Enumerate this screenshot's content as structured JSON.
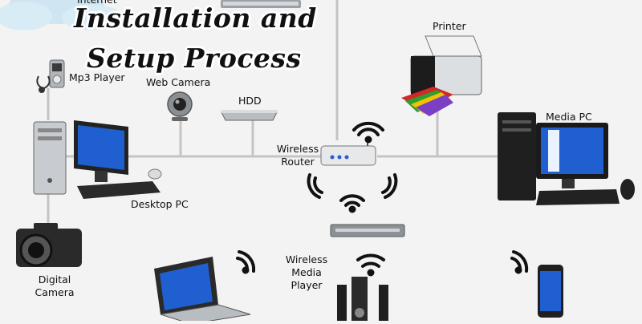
{
  "title": {
    "line1": "Installation and",
    "line2": "Setup Process"
  },
  "labels": {
    "internet": "Internet",
    "mp3": "Mp3 Player",
    "webcam": "Web Camera",
    "hdd": "HDD",
    "printer": "Printer",
    "desktop": "Desktop PC",
    "router_line1": "Wireless",
    "router_line2": "Router",
    "mediapc": "Media PC",
    "camera_line1": "Digital",
    "camera_line2": "Camera",
    "mediaplayer_line1": "Wireless",
    "mediaplayer_line2": "Media",
    "mediaplayer_line3": "Player"
  },
  "colors": {
    "background": "#f3f3f3",
    "wire": "#c4c4c4",
    "screen_blue": "#1f5fd0",
    "device_gray": "#9aa0a6",
    "device_dark": "#2b2b2b",
    "cloud": "#cfe6f2"
  }
}
